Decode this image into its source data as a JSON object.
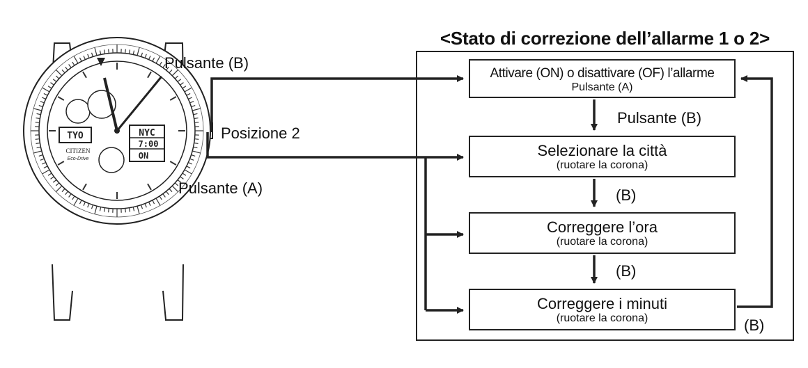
{
  "title": "<Stato di correzione dell’allarme 1 o 2>",
  "watch": {
    "brand": "CITIZEN",
    "model": "Eco-Drive",
    "city_left": "TYO",
    "city_right": "NYC",
    "digital_time": "7:00",
    "digital_status": "ON"
  },
  "labels": {
    "button_b": "Pulsante (B)",
    "button_a": "Pulsante (A)",
    "crown_position": "Posizione 2",
    "step_arrow_1": "Pulsante (B)",
    "step_arrow_2": "(B)",
    "step_arrow_3": "(B)",
    "return_arrow": "(B)"
  },
  "steps": [
    {
      "main": "Attivare (ON) o disattivare (OF) l’allarme",
      "sub": "Pulsante (A)"
    },
    {
      "main": "Selezionare la città",
      "sub": "(ruotare la corona)"
    },
    {
      "main": "Correggere l’ora",
      "sub": "(ruotare la corona)"
    },
    {
      "main": "Correggere i minuti",
      "sub": "(ruotare la corona)"
    }
  ]
}
